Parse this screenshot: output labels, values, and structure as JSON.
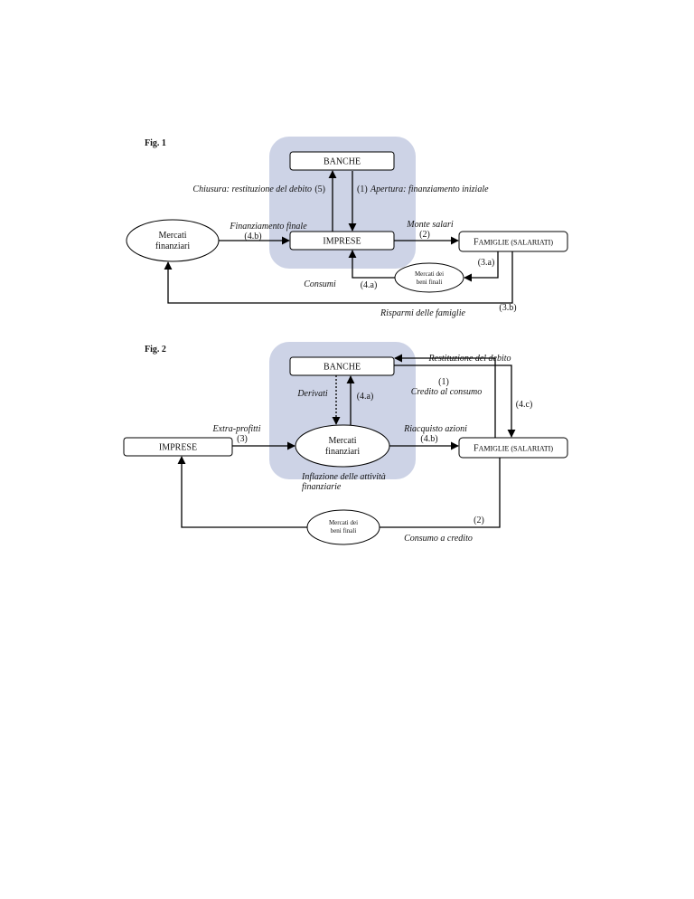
{
  "fig1": {
    "title": "Fig. 1",
    "nodes": {
      "banche": "BANCHE",
      "imprese": "IMPRESE",
      "mercati_finanziari": [
        "Mercati",
        "finanziari"
      ],
      "famiglie_cap": "F",
      "famiglie_small": "AMIGLIE (SALARIATI)",
      "mercati_beni": [
        "Mercati dei",
        "beni finali"
      ]
    },
    "labels": {
      "chiusura": "Chiusura: restituzione del debito",
      "chiusura_num": "(5)",
      "apertura_num": "(1)",
      "apertura": "Apertura: finanziamento iniziale",
      "finanziamento_finale": "Finanziamento finale",
      "finanziamento_finale_num": "(4.b)",
      "monte_salari": "Monte salari",
      "monte_salari_num": "(2)",
      "num_3a": "(3.a)",
      "consumi": "Consumi",
      "num_4a": "(4.a)",
      "risparmi": "Risparmi delle famiglie",
      "num_3b": "(3.b)"
    }
  },
  "fig2": {
    "title": "Fig. 2",
    "nodes": {
      "banche": "BANCHE",
      "imprese": "IMPRESE",
      "mercati_finanziari": [
        "Mercati",
        "finanziari"
      ],
      "famiglie_cap": "F",
      "famiglie_small": "AMIGLIE (SALARIATI)",
      "mercati_beni": [
        "Mercati dei",
        "beni finali"
      ]
    },
    "labels": {
      "restituzione": "Restituzione del debito",
      "num_1": "(1)",
      "credito_consumo": "Credito al consumo",
      "num_4c": "(4.c)",
      "derivati": "Derivati",
      "num_4a": "(4.a)",
      "extra_profitti": "Extra-profitti",
      "num_3": "(3)",
      "riacquisto": "Riacquisto azioni",
      "num_4b": "(4.b)",
      "inflazione_1": "Inflazione delle attività",
      "inflazione_2": "finanziarie",
      "num_2": "(2)",
      "consumo_credito": "Consumo a credito"
    }
  },
  "colors": {
    "shade": "#cdd3e6",
    "line": "#000000"
  }
}
